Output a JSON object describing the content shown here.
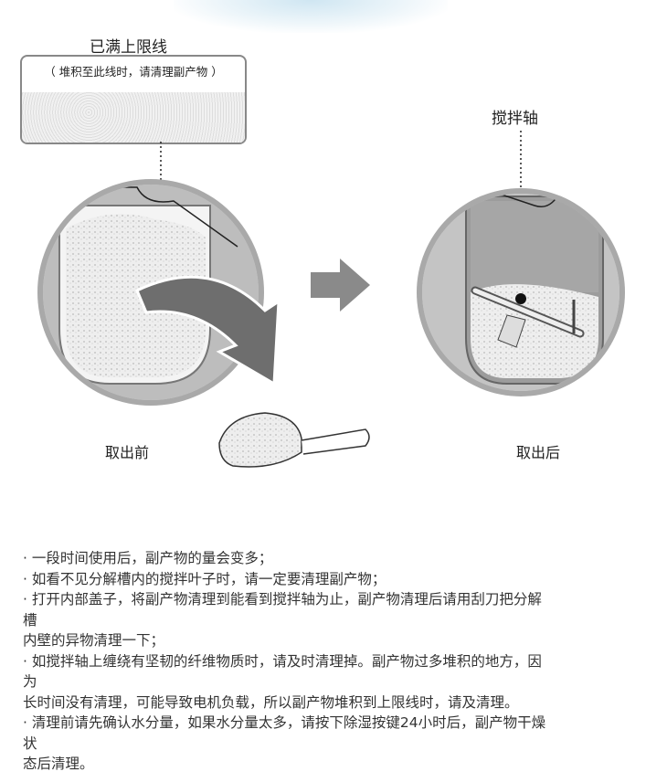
{
  "illustration": {
    "full_line_title": "已满上限线",
    "full_line_note": "（ 堆积至此线时，请清理副产物 ）",
    "shaft_label": "搅拌轴",
    "before_label": "取出前",
    "after_label": "取出后"
  },
  "instructions": [
    "· 一段时间使用后，副产物的量会变多；",
    "· 如看不见分解槽内的搅拌叶子时，请一定要清理副产物；",
    "· 打开内部盖子，将副产物清理到能看到搅拌轴为止，副产物清理后请用刮刀把分解",
    "槽",
    "内壁的异物清理一下；",
    "· 如搅拌轴上缠绕有坚韧的纤维物质时，请及时清理掉。副产物过多堆积的地方，因",
    "为",
    "长时间没有清理，可能导致电机负载，所以副产物堆积到上限线时，请及清理。",
    "· 清理前请先确认水分量，如果水分量太多，请按下除湿按键24小时后，副产物干燥",
    "状",
    "态后清理。"
  ]
}
